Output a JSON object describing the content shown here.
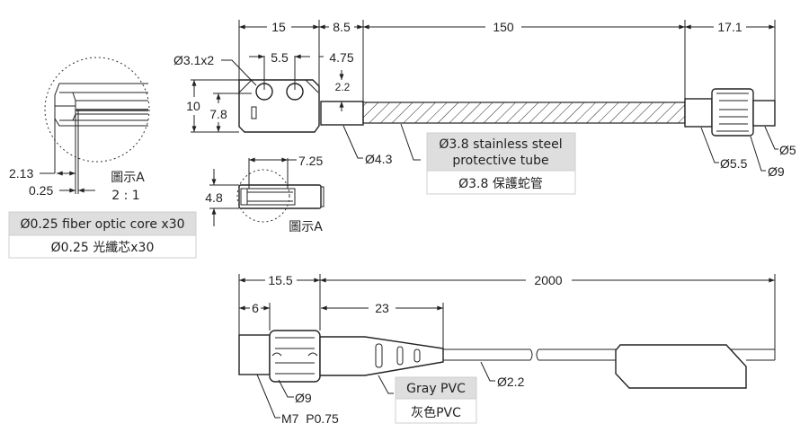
{
  "top_view": {
    "dims": {
      "d15": "15",
      "d8_5": "8.5",
      "d150": "150",
      "d17_1": "17.1",
      "d10": "10",
      "d7_8": "7.8",
      "d5_5": "5.5",
      "d4_75": "4.75",
      "d2_2": "2.2"
    },
    "hole_label": "Ø3.1x2",
    "stub_diameter": "Ø4.3",
    "connector": {
      "d5_5": "Ø5.5",
      "d9": "Ø9",
      "d5": "Ø5"
    },
    "tube_box": {
      "en_line1": "Ø3.8 stainless steel",
      "en_line2": "protective tube",
      "zh": "Ø3.8 保護蛇管"
    }
  },
  "detail_a": {
    "d2_13": "2.13",
    "d0_25": "0.25",
    "title": "圖示A",
    "scale": "2 : 1"
  },
  "fiber_box": {
    "en": "Ø0.25 fiber optic core x30",
    "zh": "Ø0.25 光纖芯x30"
  },
  "side_view": {
    "d7_25": "7.25",
    "d4_8": "4.8",
    "ref": "圖示A"
  },
  "bottom_view": {
    "dims": {
      "d15_5": "15.5",
      "d2000": "2000",
      "d6": "6",
      "d23": "23"
    },
    "nut_diameter": "Ø9",
    "thread": "M7  P0.75",
    "cable_diameter": "Ø2.2",
    "pvc_box": {
      "en": "Gray PVC",
      "zh": "灰色PVC"
    }
  },
  "colors": {
    "box_header": "#dedede",
    "box_border": "#cfcfcf",
    "line": "#222222"
  }
}
